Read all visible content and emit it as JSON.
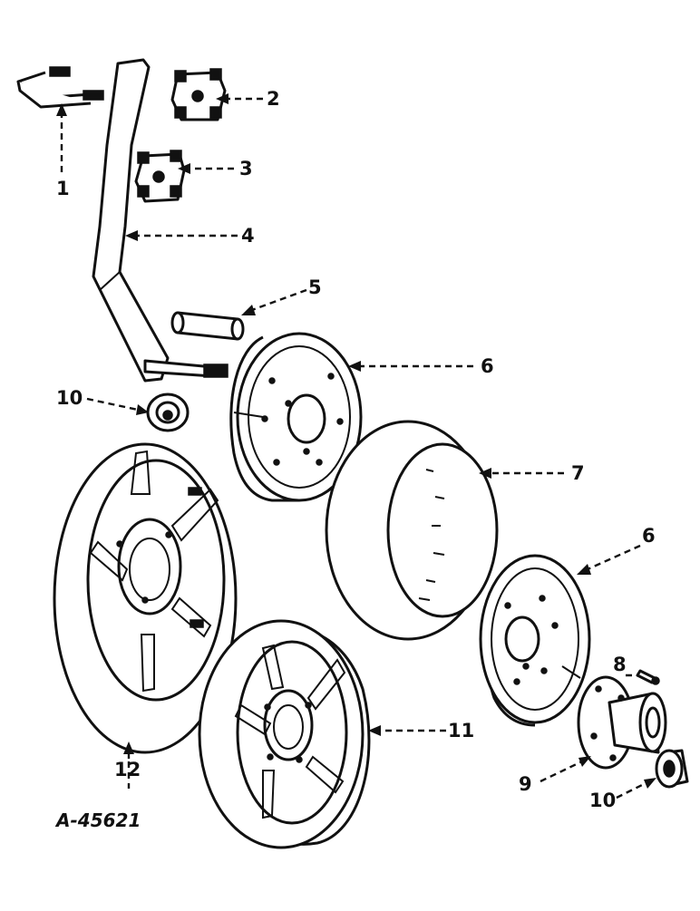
{
  "figure_ref": "A-45621",
  "callouts": [
    {
      "id": "c1",
      "label": "1"
    },
    {
      "id": "c2",
      "label": "2"
    },
    {
      "id": "c3",
      "label": "3"
    },
    {
      "id": "c4",
      "label": "4"
    },
    {
      "id": "c5",
      "label": "5"
    },
    {
      "id": "c6a",
      "label": "6"
    },
    {
      "id": "c7",
      "label": "7"
    },
    {
      "id": "c6b",
      "label": "6"
    },
    {
      "id": "c8",
      "label": "8"
    },
    {
      "id": "c9",
      "label": "9"
    },
    {
      "id": "c10a",
      "label": "10"
    },
    {
      "id": "c10b",
      "label": "10"
    },
    {
      "id": "c11",
      "label": "11"
    },
    {
      "id": "c12",
      "label": "12"
    }
  ]
}
